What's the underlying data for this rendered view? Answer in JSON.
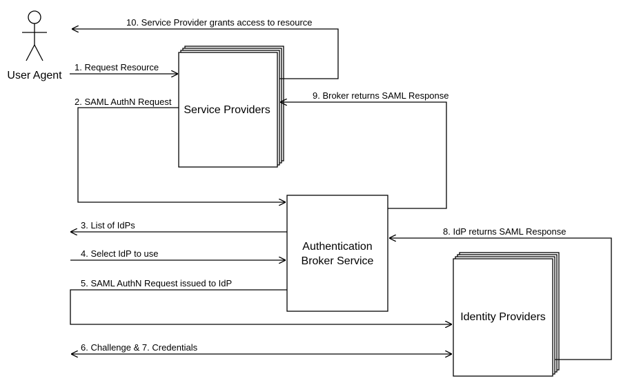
{
  "actor": {
    "name": "User Agent"
  },
  "nodes": {
    "service_providers": "Service Providers",
    "broker_line1": "Authentication",
    "broker_line2": "Broker Service",
    "identity_providers": "Identity Providers"
  },
  "steps": {
    "s1": "1. Request Resource",
    "s2": "2. SAML AuthN Request",
    "s3": "3. List of IdPs",
    "s4": "4. Select IdP to use",
    "s5": "5. SAML AuthN Request issued to IdP",
    "s67": "6. Challenge & 7. Credentials",
    "s8": "8. IdP returns SAML Response",
    "s9": "9. Broker returns SAML Response",
    "s10": "10. Service Provider grants access to resource"
  }
}
